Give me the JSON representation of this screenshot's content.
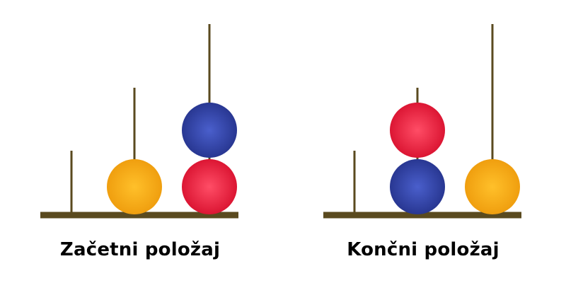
{
  "colors": {
    "wood": "#5a4a1f",
    "red": "#e31b3b",
    "blue": "#2a3a9a",
    "orange": "#f0a012",
    "text": "#000000"
  },
  "panels": [
    {
      "name": "start",
      "caption": "Začetni položaj",
      "pegs": [
        {
          "name": "short",
          "balls": []
        },
        {
          "name": "medium",
          "balls": [
            "orange"
          ]
        },
        {
          "name": "tall",
          "balls": [
            "red",
            "blue"
          ]
        }
      ]
    },
    {
      "name": "end",
      "caption": "Končni položaj",
      "pegs": [
        {
          "name": "short",
          "balls": []
        },
        {
          "name": "medium",
          "balls": [
            "blue",
            "red"
          ]
        },
        {
          "name": "tall",
          "balls": [
            "orange"
          ]
        }
      ]
    }
  ]
}
